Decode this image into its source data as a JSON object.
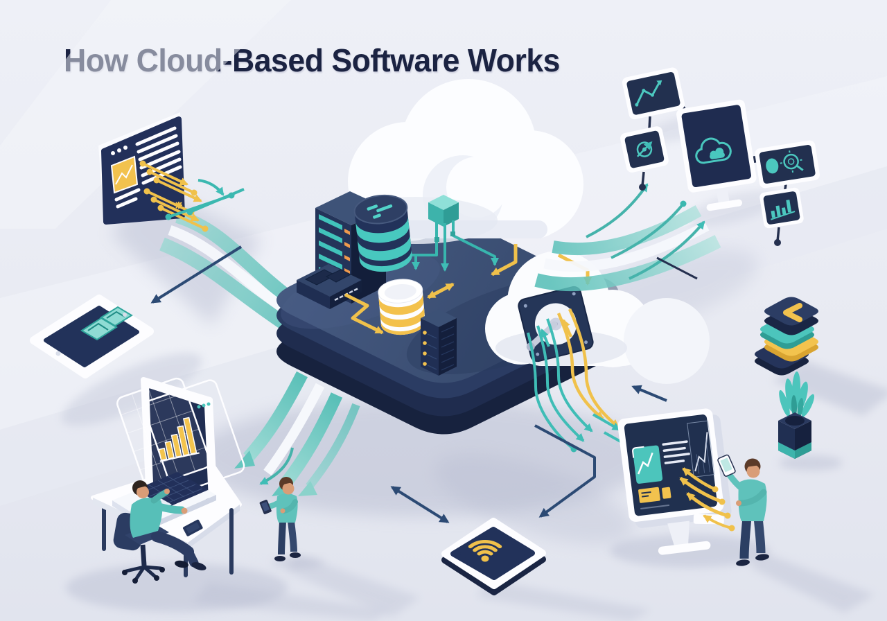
{
  "title": "How Cloud-Based Software Works",
  "palette": {
    "background": "#e9ebf3",
    "navy": "#22305a",
    "navy_deep": "#17223e",
    "slate": "#3d5176",
    "teal": "#3fbdb6",
    "teal_light": "#8fdcd4",
    "yellow": "#f0c14b",
    "orange": "#ef9a4d",
    "white": "#fdfdff",
    "skin": "#d99d77",
    "arrow_navy": "#2c4a74",
    "shadow": "#b6bbd0"
  },
  "scene": {
    "cloud": {
      "icon": "cloud-icon"
    },
    "browser_window": {
      "icon": "browser-window-icon",
      "tile_icon": "image-chart-icon"
    },
    "tablet": {
      "icons": [
        "mail-tile-icon",
        "chart-tile-icon"
      ]
    },
    "monitor_cluster": {
      "screens": [
        {
          "icon": "line-chart-icon"
        },
        {
          "icon": "sync-icon"
        },
        {
          "icon": "cloud-icon"
        },
        {
          "icon": "search-icon"
        },
        {
          "icon": "bar-chart-icon"
        }
      ]
    },
    "platform": {
      "items": [
        "server-rack",
        "database-cylinder",
        "network-switch",
        "storage-cylinder",
        "server-tower",
        "storage-disk",
        "upload-box"
      ]
    },
    "wifi_tile": {
      "icon": "wifi-icon"
    },
    "layer_stack": {
      "icon": "chevron-icon"
    },
    "desk_workstation": {
      "screen_icon": "bar-chart-icon"
    },
    "desktop_monitor": {
      "icons": [
        "image-tile-icon",
        "line-chart-icon"
      ]
    },
    "people": [
      "seated-user",
      "standing-user",
      "mobile-user"
    ]
  }
}
